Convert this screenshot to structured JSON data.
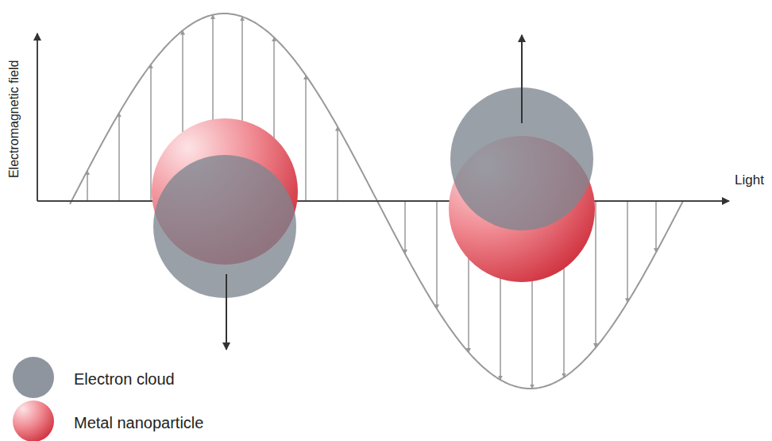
{
  "diagram": {
    "labels": [
      "Electromagnetic field",
      "Light"
    ],
    "legend": [
      {
        "text": "Electron cloud",
        "color": "#8e959f"
      },
      {
        "text": "Metal nanoparticle"
      }
    ]
  }
}
